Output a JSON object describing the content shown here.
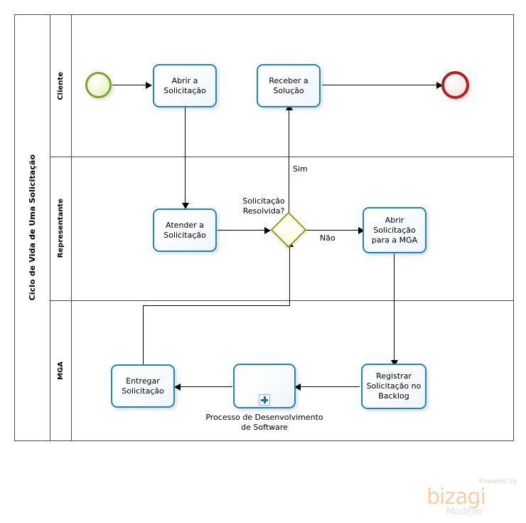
{
  "diagram": {
    "type": "bpmn-process-diagram",
    "pool": {
      "name": "Ciclo de Vida de Uma Solicitação"
    },
    "lanes": [
      {
        "id": "cliente",
        "label": "Cliente"
      },
      {
        "id": "representante",
        "label": "Representante"
      },
      {
        "id": "mga",
        "label": "MGA"
      }
    ],
    "events": [
      {
        "id": "start",
        "kind": "start-event",
        "lane": "cliente",
        "label": ""
      },
      {
        "id": "end",
        "kind": "end-event",
        "lane": "cliente",
        "label": ""
      }
    ],
    "tasks": [
      {
        "id": "abrir-solicitacao",
        "lane": "cliente",
        "label": "Abrir a\nSolicitação"
      },
      {
        "id": "receber-solucao",
        "lane": "cliente",
        "label": "Receber a\nSolução"
      },
      {
        "id": "atender-solicitacao",
        "lane": "representante",
        "label": "Atender a\nSolicitação"
      },
      {
        "id": "abrir-solicitacao-mga",
        "lane": "representante",
        "label": "Abrir\nSolicitação\npara a MGA"
      },
      {
        "id": "registrar-backlog",
        "lane": "mga",
        "label": "Registrar\nSolicitação no\nBacklog"
      },
      {
        "id": "entregar-solicitacao",
        "lane": "mga",
        "label": "Entregar\nSolicitação"
      }
    ],
    "subprocesses": [
      {
        "id": "processo-desenvolvimento",
        "lane": "mga",
        "label": "Processo de Desenvolvimento\nde Software",
        "marker": "collapsed-plus"
      }
    ],
    "gateways": [
      {
        "id": "solicitacao-resolvida",
        "kind": "exclusive-gateway",
        "lane": "representante",
        "label": "Solicitação\nResolvida?"
      }
    ],
    "flow_labels": {
      "sim": "Sim",
      "nao": "Não"
    },
    "colors": {
      "task_border": "#1F86B8",
      "start_event": "#7BA428",
      "end_event": "#BC1C1C",
      "gateway_border": "#9C9C1E",
      "gateway_fill": "#FFFFE6",
      "pool_border": "#4D4D4D",
      "connector": "#000000"
    }
  },
  "branding": {
    "powered_by": "Powered by",
    "product": "bizagi",
    "edition": "Modeler"
  }
}
